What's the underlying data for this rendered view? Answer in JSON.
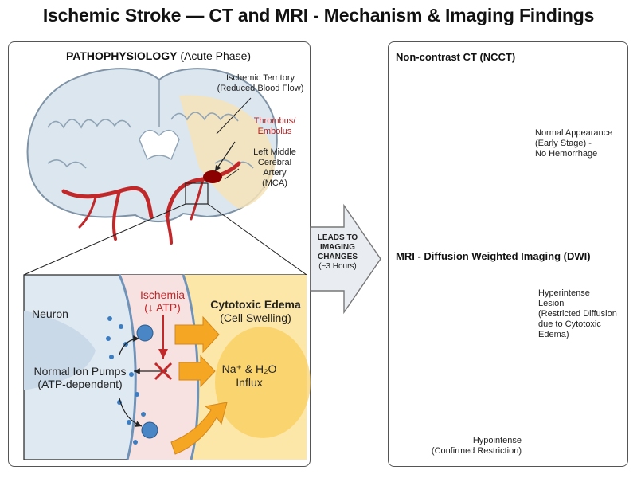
{
  "title": "Ischemic Stroke — CT and MRI - Mechanism & Imaging Findings",
  "left": {
    "heading_bold": "PATHOPHYSIOLOGY",
    "heading_normal": "(Acute Phase)",
    "territory": [
      "Ischemic Territory",
      "(Reduced Blood Flow)"
    ],
    "thrombus": [
      "Thrombus/",
      "Embolus"
    ],
    "mca": [
      "Left Middle",
      "Cerebral",
      "Artery",
      "(MCA)"
    ]
  },
  "inset": {
    "neuron": "Neuron",
    "ischemia": [
      "Ischemia",
      "(↓ ATP)"
    ],
    "edema_title": "Cytotoxic Edema",
    "edema_sub": "(Cell Swelling)",
    "pumps": [
      "Normal Ion Pumps",
      "(ATP-dependent)"
    ],
    "influx_line1": "Na⁺ & H₂O",
    "influx_line2": "Influx"
  },
  "arrow": [
    "LEADS TO",
    "IMAGING",
    "CHANGES",
    "(~3 Hours)"
  ],
  "ct": {
    "title": "Non-contrast CT (NCCT)",
    "finding": [
      "Normal Appearance",
      "(Early Stage) -",
      "No Hemorrhage"
    ]
  },
  "mri": {
    "title": "MRI - Diffusion Weighted Imaging (DWI)",
    "finding": [
      "Hyperintense",
      "Lesion",
      "(Restricted Diffusion",
      "due to Cytotoxic",
      "Edema)"
    ],
    "adc_title": "ADC Map",
    "adc_finding": [
      "Hypointense",
      "(Confirmed Restriction)"
    ]
  },
  "colors": {
    "artery": "#c0282a",
    "ischemia": "#f6e3b8",
    "brain": "#dbe6ef",
    "lesion": "#f7c431",
    "arrow_fill": "#f5a623"
  }
}
